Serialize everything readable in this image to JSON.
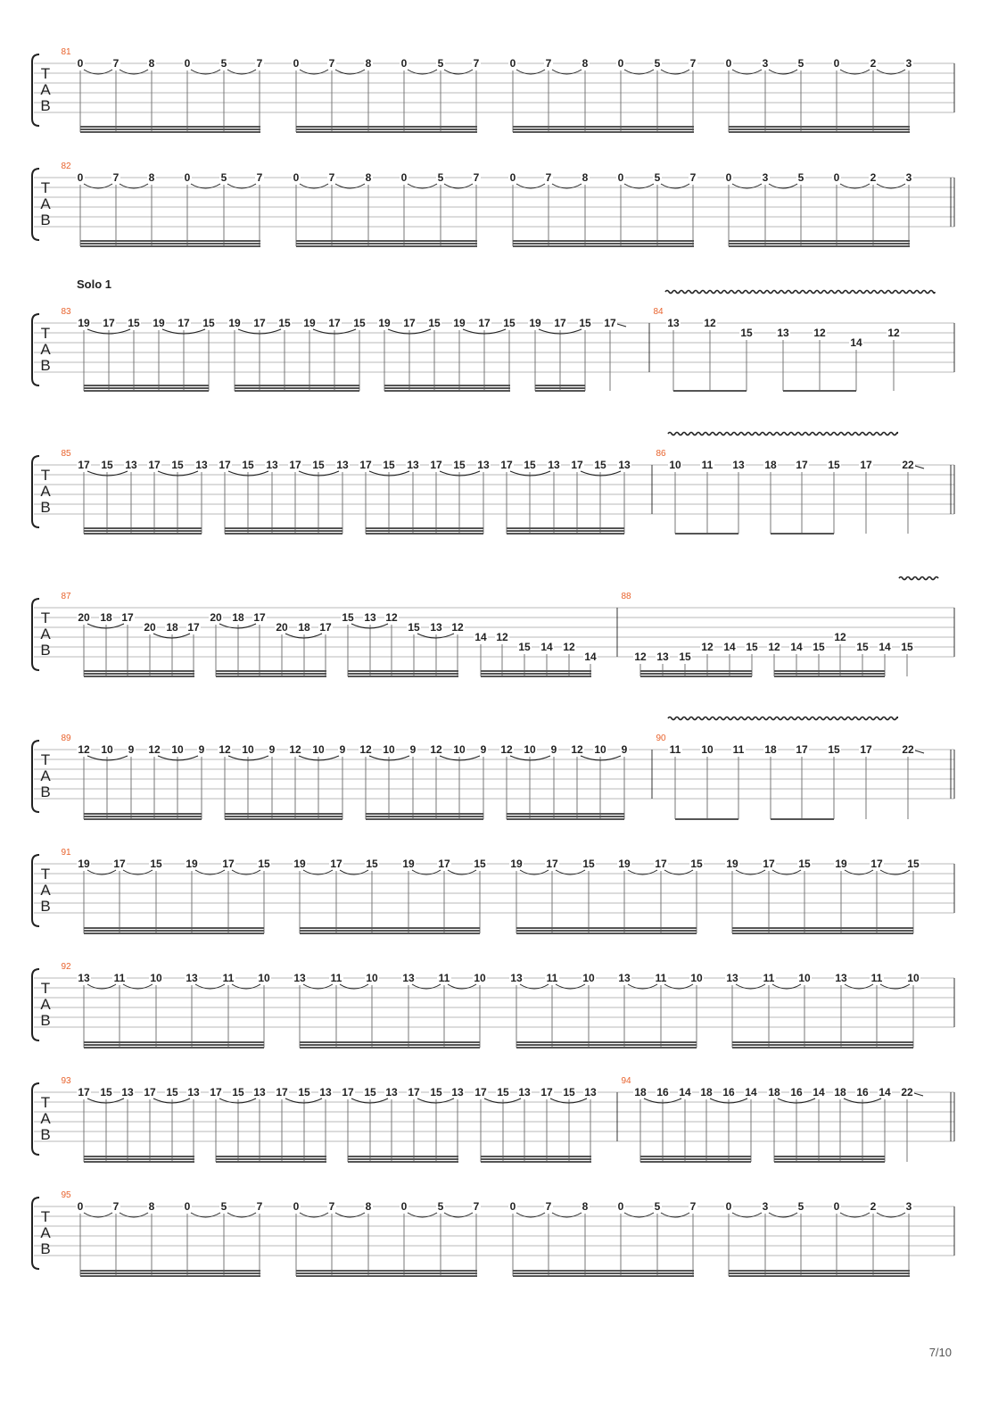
{
  "page": {
    "number_label": "7/10"
  },
  "tab_clef": [
    "T",
    "A",
    "B"
  ],
  "systems": [
    {
      "measure_numbers": [
        "81"
      ],
      "section_label": "",
      "vibrato": [],
      "double_bar": false,
      "notes": [
        "0",
        "7",
        "8",
        "0",
        "5",
        "7",
        "0",
        "7",
        "8",
        "0",
        "5",
        "7",
        "0",
        "7",
        "8",
        "0",
        "5",
        "7",
        "0",
        "3",
        "5",
        "0",
        "2",
        "3"
      ],
      "slides": []
    },
    {
      "measure_numbers": [
        "82"
      ],
      "section_label": "",
      "vibrato": [],
      "double_bar": true,
      "notes": [
        "0",
        "7",
        "8",
        "0",
        "5",
        "7",
        "0",
        "7",
        "8",
        "0",
        "5",
        "7",
        "0",
        "7",
        "8",
        "0",
        "5",
        "7",
        "0",
        "3",
        "5",
        "0",
        "2",
        "3"
      ],
      "slides": []
    },
    {
      "measure_numbers": [
        "83",
        "84"
      ],
      "section_label": "Solo 1",
      "vibrato": [
        "84"
      ],
      "double_bar": false,
      "notes": [
        "19",
        "17",
        "15",
        "19",
        "17",
        "15",
        "19",
        "17",
        "15",
        "19",
        "17",
        "15",
        "19",
        "17",
        "15",
        "19",
        "17",
        "15",
        "19",
        "17",
        "15",
        "17",
        "13",
        "12",
        "15",
        "13",
        "12",
        "14",
        "12"
      ],
      "slides": [
        "17"
      ]
    },
    {
      "measure_numbers": [
        "85",
        "86"
      ],
      "section_label": "",
      "vibrato": [
        "86"
      ],
      "double_bar": true,
      "notes": [
        "17",
        "15",
        "13",
        "17",
        "15",
        "13",
        "17",
        "15",
        "13",
        "17",
        "15",
        "13",
        "17",
        "15",
        "13",
        "17",
        "15",
        "13",
        "17",
        "15",
        "13",
        "17",
        "15",
        "13",
        "10",
        "11",
        "13",
        "18",
        "17",
        "15",
        "17",
        "22"
      ],
      "slides": [
        "22"
      ]
    },
    {
      "measure_numbers": [
        "87",
        "88"
      ],
      "section_label": "",
      "vibrato": [
        "88-end"
      ],
      "double_bar": false,
      "notes": [
        "20",
        "18",
        "17",
        "20",
        "18",
        "17",
        "20",
        "18",
        "17",
        "20",
        "18",
        "17",
        "15",
        "13",
        "12",
        "15",
        "13",
        "12",
        "14",
        "12",
        "15",
        "14",
        "12",
        "14",
        "12",
        "13",
        "15",
        "12",
        "14",
        "15",
        "12",
        "14",
        "15",
        "12",
        "15",
        "14",
        "15"
      ],
      "slides": []
    },
    {
      "measure_numbers": [
        "89",
        "90"
      ],
      "section_label": "",
      "vibrato": [
        "90"
      ],
      "double_bar": true,
      "notes": [
        "12",
        "10",
        "9",
        "12",
        "10",
        "9",
        "12",
        "10",
        "9",
        "12",
        "10",
        "9",
        "12",
        "10",
        "9",
        "12",
        "10",
        "9",
        "12",
        "10",
        "9",
        "12",
        "10",
        "9",
        "11",
        "10",
        "11",
        "18",
        "17",
        "15",
        "17",
        "22"
      ],
      "slides": [
        "22"
      ]
    },
    {
      "measure_numbers": [
        "91"
      ],
      "section_label": "",
      "vibrato": [],
      "double_bar": false,
      "notes": [
        "19",
        "17",
        "15",
        "19",
        "17",
        "15",
        "19",
        "17",
        "15",
        "19",
        "17",
        "15",
        "19",
        "17",
        "15",
        "19",
        "17",
        "15",
        "19",
        "17",
        "15",
        "19",
        "17",
        "15"
      ],
      "slides": []
    },
    {
      "measure_numbers": [
        "92"
      ],
      "section_label": "",
      "vibrato": [],
      "double_bar": false,
      "notes": [
        "13",
        "11",
        "10",
        "13",
        "11",
        "10",
        "13",
        "11",
        "10",
        "13",
        "11",
        "10",
        "13",
        "11",
        "10",
        "13",
        "11",
        "10",
        "13",
        "11",
        "10",
        "13",
        "11",
        "10"
      ],
      "slides": []
    },
    {
      "measure_numbers": [
        "93",
        "94"
      ],
      "section_label": "",
      "vibrato": [],
      "double_bar": true,
      "notes": [
        "17",
        "15",
        "13",
        "17",
        "15",
        "13",
        "17",
        "15",
        "13",
        "17",
        "15",
        "13",
        "17",
        "15",
        "13",
        "17",
        "15",
        "13",
        "17",
        "15",
        "13",
        "17",
        "15",
        "13",
        "18",
        "16",
        "14",
        "18",
        "16",
        "14",
        "18",
        "16",
        "14",
        "18",
        "16",
        "14",
        "22"
      ],
      "slides": [
        "22"
      ]
    },
    {
      "measure_numbers": [
        "95"
      ],
      "section_label": "",
      "vibrato": [],
      "double_bar": false,
      "notes": [
        "0",
        "7",
        "8",
        "0",
        "5",
        "7",
        "0",
        "7",
        "8",
        "0",
        "5",
        "7",
        "0",
        "7",
        "8",
        "0",
        "5",
        "7",
        "0",
        "3",
        "5",
        "0",
        "2",
        "3"
      ],
      "slides": []
    }
  ],
  "colors": {
    "staff_line": "#b8b8b8",
    "ink": "#222222",
    "measure_number": "#e8622c",
    "barline": "#333333"
  }
}
